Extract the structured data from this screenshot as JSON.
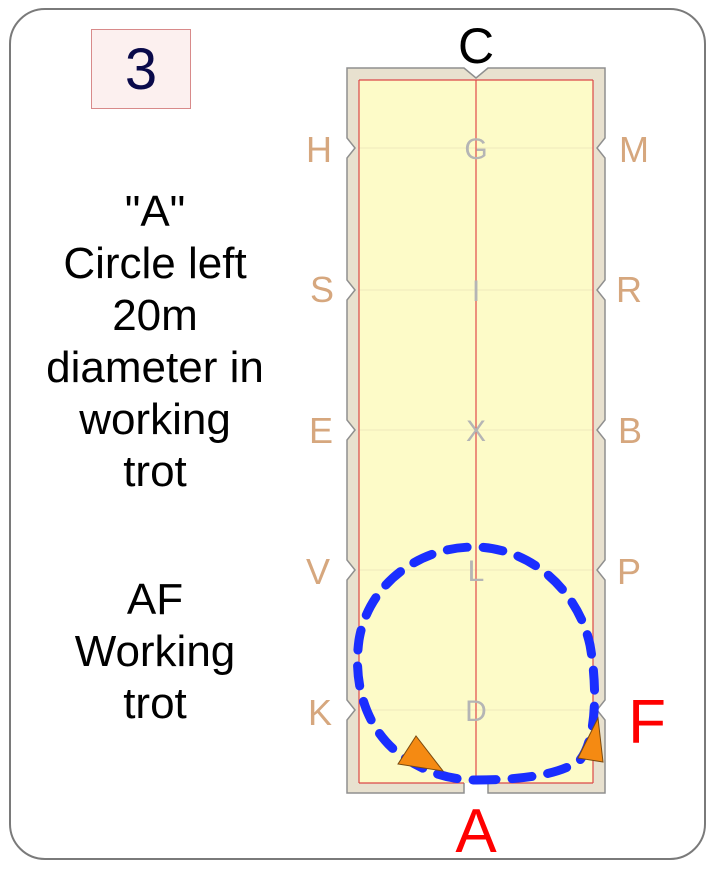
{
  "movement_number": "3",
  "instructions": [
    {
      "lines": [
        "\"A\"",
        "Circle left",
        "20m",
        "diameter in",
        "working",
        "trot"
      ]
    },
    {
      "lines": [
        "AF",
        "Working",
        "trot"
      ]
    }
  ],
  "arena": {
    "top_letter": "C",
    "bottom_letter": "A",
    "left_letters": [
      "H",
      "S",
      "E",
      "V",
      "K"
    ],
    "right_letters": [
      "M",
      "R",
      "B",
      "P",
      "F"
    ],
    "centerline_letters": [
      "G",
      "I",
      "X",
      "L",
      "D"
    ],
    "highlighted_letters": [
      "A",
      "F"
    ],
    "colors": {
      "surface": "#fdfbc8",
      "border": "#e8e1cf",
      "letters": "#d6a77e",
      "centerline_letters": "#b5b5b5",
      "highlight": "#ff0000",
      "path": "#1a2eff",
      "direction_marker": "#f58a12"
    }
  },
  "path": {
    "figure": "circle",
    "diameter": "20m",
    "direction": "left",
    "markers": [
      "direction-arrow",
      "direction-arrow"
    ]
  }
}
